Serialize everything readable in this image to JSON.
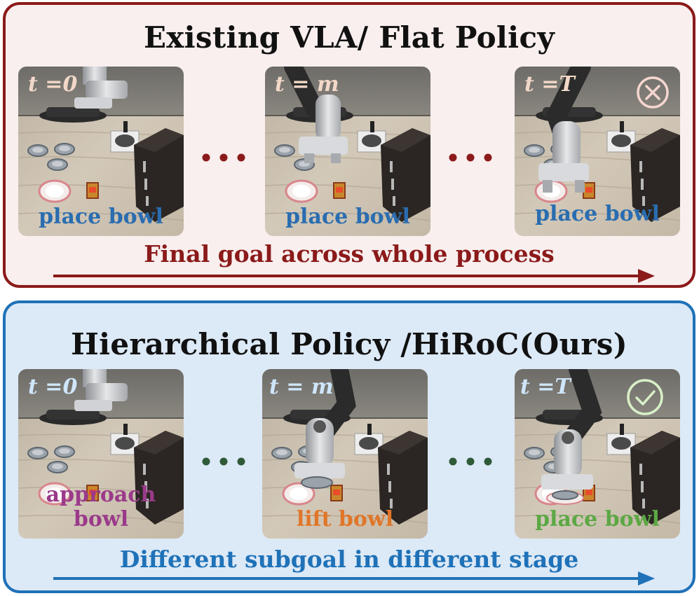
{
  "top_panel": {
    "title": "Existing VLA/ Flat Policy",
    "frames": [
      {
        "time": "t =0",
        "caption": "place bowl"
      },
      {
        "time": "t = m",
        "caption": "place bowl"
      },
      {
        "time": "t =T",
        "caption": "place bowl",
        "status": "cross-circle-icon"
      }
    ],
    "arrow_text": "Final goal across whole process",
    "colors": {
      "border": "#8b1a1a",
      "fill": "#f8efee",
      "caption": "#2a6db0",
      "time": "#f2d8c8",
      "arrow": "#8b1a1a"
    }
  },
  "bottom_panel": {
    "title": "Hierarchical Policy /HiRoC(Ours)",
    "frames": [
      {
        "time": "t =0",
        "caption": "approach bowl"
      },
      {
        "time": "t = m",
        "caption": "lift bowl"
      },
      {
        "time": "t =T",
        "caption": "place bowl",
        "status": "check-circle-icon"
      }
    ],
    "arrow_text": "Different subgoal in different stage",
    "colors": {
      "border": "#1f72b8",
      "fill": "#dce9f6",
      "time": "#cfe6fb",
      "arrow": "#1f72b8",
      "caption_colors": [
        "#9b3a8a",
        "#e0762a",
        "#5ca845"
      ]
    }
  }
}
